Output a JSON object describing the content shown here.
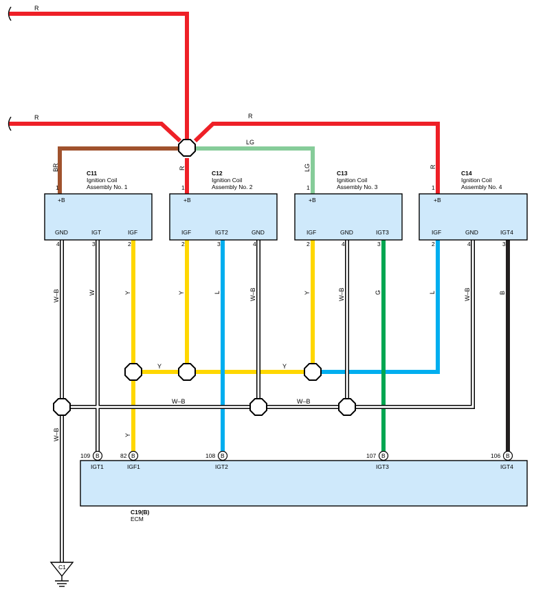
{
  "colors": {
    "R": "#ee2027",
    "BR": "#a0522d",
    "LG": "#86cc99",
    "Y": "#ffd700",
    "L": "#00aeef",
    "G": "#00a651",
    "B": "#231f20",
    "W": "#ffffff",
    "box_fill": "#cfe9fb"
  },
  "wire_labels": {
    "r_top": "R",
    "r_mid": "R",
    "r_right": "R",
    "lg": "LG",
    "br_c11": "BR",
    "r_c12": "R",
    "lg_c13": "LG",
    "r_c14": "R",
    "wb_c11": "W–B",
    "w_c11": "W",
    "y_c11": "Y",
    "y_c12": "Y",
    "l_c12": "L",
    "wb_c12": "W–B",
    "y_c13": "Y",
    "wb_c13": "W–B",
    "g_c13": "G",
    "l_c14": "L",
    "wb_c14": "W–B",
    "b_c14": "B",
    "y_bus1": "Y",
    "y_bus2": "Y",
    "wb_bus1": "W–B",
    "wb_bus2": "W–B",
    "y_low": "Y",
    "wb_ground": "W–B"
  },
  "components": [
    {
      "id": "C11",
      "name_line1": "Ignition Coil",
      "name_line2": "Assembly No. 1",
      "top_pin_num": "1",
      "top_pin_name": "+B",
      "pins": [
        {
          "name": "GND",
          "num": "4"
        },
        {
          "name": "IGT",
          "num": "3"
        },
        {
          "name": "IGF",
          "num": "2"
        }
      ]
    },
    {
      "id": "C12",
      "name_line1": "Ignition Coil",
      "name_line2": "Assembly No. 2",
      "top_pin_num": "1",
      "top_pin_name": "+B",
      "pins": [
        {
          "name": "IGF",
          "num": "2"
        },
        {
          "name": "IGT2",
          "num": "3"
        },
        {
          "name": "GND",
          "num": "4"
        }
      ]
    },
    {
      "id": "C13",
      "name_line1": "Ignition Coil",
      "name_line2": "Assembly No. 3",
      "top_pin_num": "1",
      "top_pin_name": "+B",
      "pins": [
        {
          "name": "IGF",
          "num": "2"
        },
        {
          "name": "GND",
          "num": "4"
        },
        {
          "name": "IGT3",
          "num": "3"
        }
      ]
    },
    {
      "id": "C14",
      "name_line1": "Ignition Coil",
      "name_line2": "Assembly No. 4",
      "top_pin_num": "1",
      "top_pin_name": "+B",
      "pins": [
        {
          "name": "IGF",
          "num": "2"
        },
        {
          "name": "GND",
          "num": "4"
        },
        {
          "name": "IGT4",
          "num": "3"
        }
      ]
    }
  ],
  "ecm": {
    "id": "C19(B)",
    "name": "ECM",
    "connector": "B",
    "pins": [
      {
        "num": "109",
        "name": "IGT1"
      },
      {
        "num": "82",
        "name": "IGF1"
      },
      {
        "num": "108",
        "name": "IGT2"
      },
      {
        "num": "107",
        "name": "IGT3"
      },
      {
        "num": "106",
        "name": "IGT4"
      }
    ]
  },
  "ground": {
    "label": "C1"
  }
}
